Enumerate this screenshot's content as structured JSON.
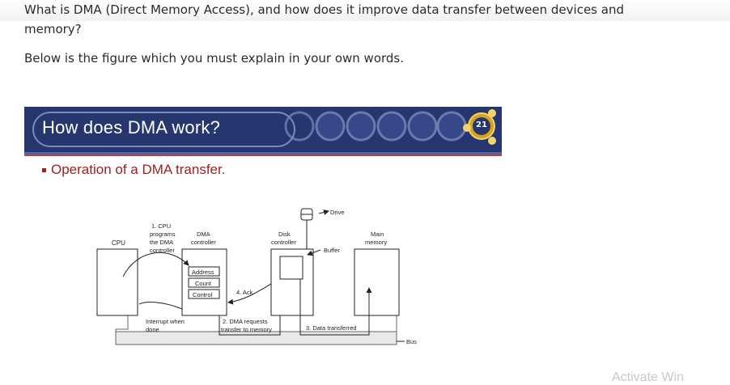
{
  "question": {
    "text": "What is DMA (Direct Memory Access), and how does it improve data transfer between devices and memory?",
    "instruction": "Below is the figure which you must explain in your own words."
  },
  "slide": {
    "title": "How does DMA work?",
    "badge": "21",
    "bullet": "Operation of a DMA transfer.",
    "colors": {
      "header": "#26366e",
      "accent_blue": "#4668b0",
      "accent_red": "#c23b2e",
      "bullet": "#a02020"
    }
  },
  "diagram": {
    "cpu": "CPU",
    "step1": [
      "1. CPU",
      "programs",
      "the DMA",
      "controller"
    ],
    "dma_controller": [
      "DMA",
      "controller"
    ],
    "registers": [
      "Address",
      "Count",
      "Control"
    ],
    "ack": "4. Ack",
    "interrupt": [
      "Interrupt when",
      "done"
    ],
    "step2": [
      "2. DMA requests",
      "transfer to memory"
    ],
    "drive": "Drive",
    "disk_controller": [
      "Disk",
      "controller"
    ],
    "buffer": "Buffer",
    "main_memory": [
      "Main",
      "memory"
    ],
    "step3": "3. Data transferred",
    "bus": "Bus"
  },
  "watermark": "Activate Win"
}
